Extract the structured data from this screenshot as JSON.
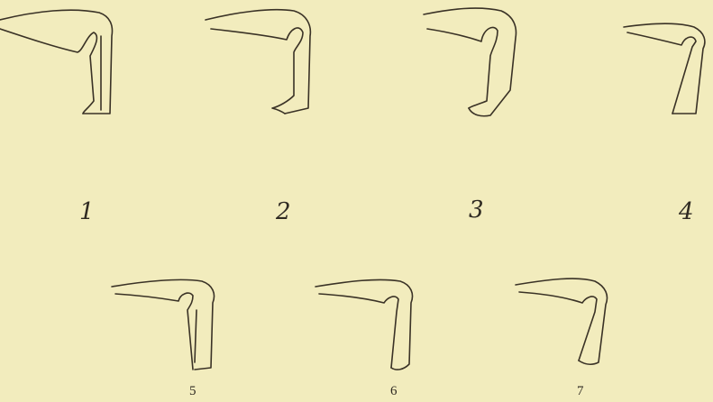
{
  "figures": [
    {
      "label": "1"
    },
    {
      "label": "2"
    },
    {
      "label": "3"
    },
    {
      "label": "4"
    },
    {
      "label": "5"
    },
    {
      "label": "6"
    },
    {
      "label": "7"
    }
  ]
}
